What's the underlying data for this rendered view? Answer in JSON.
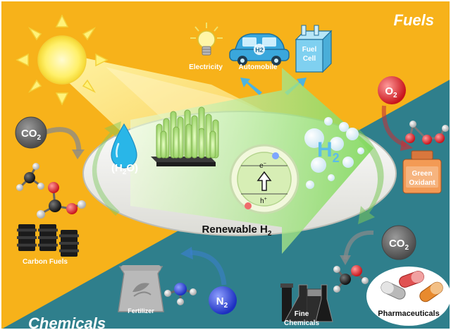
{
  "corners": {
    "fuels": "Fuels",
    "chemicals": "Chemicals"
  },
  "outputs": {
    "electricity": "Electricity",
    "automobile": "Automobile",
    "car_badge": "H2",
    "fuel_cell_line1": "Fuel",
    "fuel_cell_line2": "Cell"
  },
  "molecules": {
    "co2_left": {
      "main": "CO",
      "sub": "2"
    },
    "co2_right": {
      "main": "CO",
      "sub": "2"
    },
    "o2": {
      "main": "O",
      "sub": "2"
    },
    "n2": {
      "main": "N",
      "sub": "2"
    },
    "water": {
      "open": "(H",
      "sub": "2",
      "close": "O)"
    },
    "h2": {
      "main": "H",
      "sub": "2"
    }
  },
  "center": {
    "title_main": "Renewable H",
    "title_sub": "2",
    "electron": "e",
    "electron_sup": "−",
    "hole": "h",
    "hole_sup": "+"
  },
  "products": {
    "carbon_fuels": "Carbon Fuels",
    "green_oxidant_line1": "Green",
    "green_oxidant_line2": "Oxidant",
    "fertilizer": "Fertilizer",
    "fine_chemicals_line1": "Fine",
    "fine_chemicals_line2": "Chemicals",
    "pharmaceuticals": "Pharmaceuticals"
  },
  "colors": {
    "fuels_bg": "#f7b21a",
    "chemicals_bg": "#2f7f8c",
    "arrow_green": "#9fe26a",
    "h2_blue": "#6ec6f0",
    "o2_red": "#e8474c",
    "n2_blue": "#2f45d8"
  }
}
